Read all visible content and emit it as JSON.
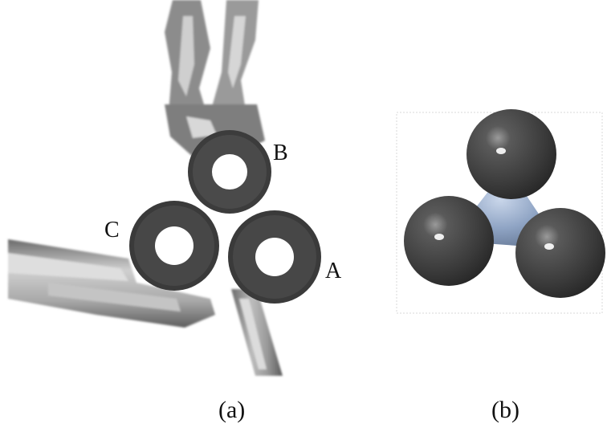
{
  "panels": {
    "a": {
      "caption": "(a)"
    },
    "b": {
      "caption": "(b)"
    }
  },
  "point_labels": {
    "a": "A",
    "b": "B",
    "c": "C"
  },
  "colors": {
    "sphere": "#4a4a4a",
    "core": "#8fa4c4",
    "ring": "#3c3c3c",
    "hole": "#ffffff",
    "tube": "#8a8a8a"
  }
}
